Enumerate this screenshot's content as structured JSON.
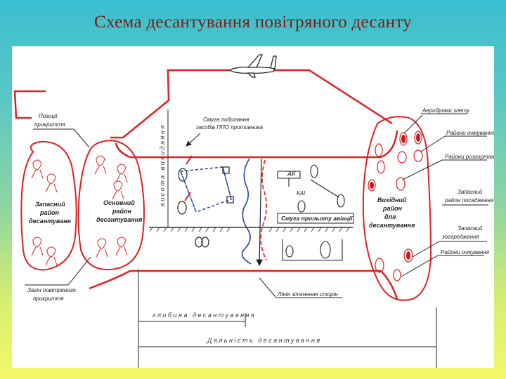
{
  "title": "Схема десантування повітряного десанту",
  "labels": {
    "cover_zone_left": [
      "Позиції",
      "прикриття"
    ],
    "reserve_district": [
      "Запасний",
      "район",
      "десантуванн"
    ],
    "main_district": [
      "Основний",
      "район",
      "десантування"
    ],
    "cover_zone_bottom_left": [
      "Загін повітряного",
      "прикриття"
    ],
    "air_defense_strip": [
      "Смуга подолання",
      "засобів ППО противника"
    ],
    "drop_height": "висота  викидання",
    "flight_strip": "Смуга прольоту авіації",
    "exit_district": [
      "Вихідний",
      "район",
      "для",
      "десантування"
    ],
    "airfields": "Аеродроми злету",
    "concentration": "Райони очікування",
    "ambush": "Райони розгортання",
    "reserve_airfields": [
      "Запасний",
      "район посадження"
    ],
    "reserve_concentration": [
      "Запасний",
      "зосередження"
    ],
    "waiting_area": "Райони очікування",
    "contact_line": "Лінія зіткнення сторін",
    "drop_depth": "глибина  десантування",
    "drop_range": "Дальність  десантування",
    "ak": "АК",
    "kai": "КАІ"
  },
  "colors": {
    "route": "#e02020",
    "blue": "#1f3fb0",
    "ink": "#222222"
  },
  "icons": [
    "aircraft-icon"
  ]
}
